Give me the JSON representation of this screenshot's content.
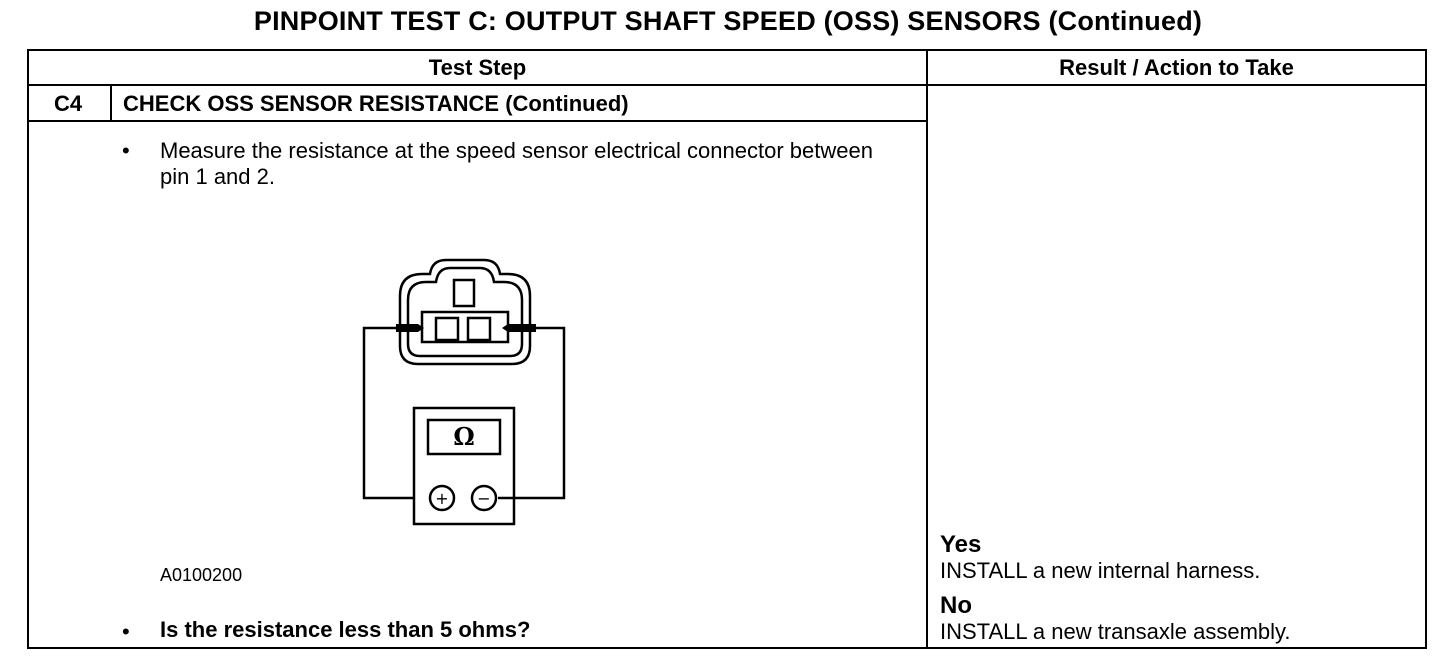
{
  "title": "PINPOINT TEST  C: OUTPUT SHAFT SPEED (OSS) SENSORS (Continued)",
  "table": {
    "col_test_step": "Test Step",
    "col_result": "Result / Action to Take",
    "step_id": "C4",
    "step_title": "CHECK OSS SENSOR RESISTANCE (Continued)",
    "bullet_char": "•",
    "instruction": "Measure the resistance at the speed sensor electrical connector between pin 1 and 2.",
    "figure_id": "A0100200",
    "question": "Is the resistance less than 5 ohms?"
  },
  "diagram": {
    "meter_symbol": "Ω",
    "plus": "+",
    "minus": "−"
  },
  "results": [
    {
      "answer": "Yes",
      "action": "INSTALL a new internal harness."
    },
    {
      "answer": "No",
      "action": "INSTALL a new transaxle assembly."
    }
  ]
}
